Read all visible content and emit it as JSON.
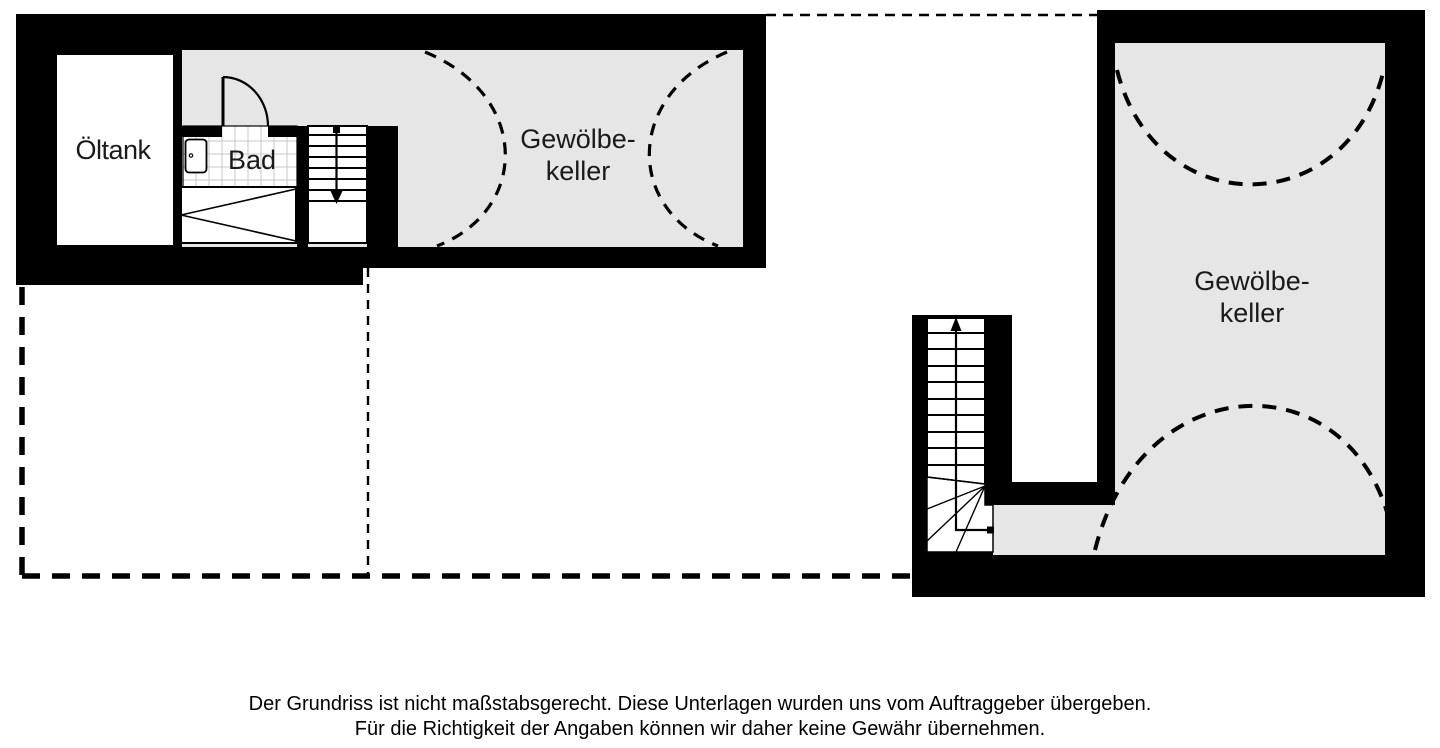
{
  "floor_plan": {
    "rooms": {
      "oiltank": {
        "label": "Öltank"
      },
      "bath": {
        "label": "Bad"
      },
      "vault_left": {
        "label_line1": "Gewölbe-",
        "label_line2": "keller"
      },
      "vault_right": {
        "label_line1": "Gewölbe-",
        "label_line2": "keller"
      }
    }
  },
  "disclaimer": {
    "line1": "Der Grundriss ist nicht maßstabsgerecht. Diese Unterlagen wurden uns vom Auftraggeber übergeben.",
    "line2": "Für die Richtigkeit der Angaben können wir daher keine Gewähr übernehmen."
  },
  "colors": {
    "wall": "#000000",
    "room_fill": "#e6e6e6",
    "tile_grid": "#c9c9c9",
    "background": "#ffffff"
  }
}
